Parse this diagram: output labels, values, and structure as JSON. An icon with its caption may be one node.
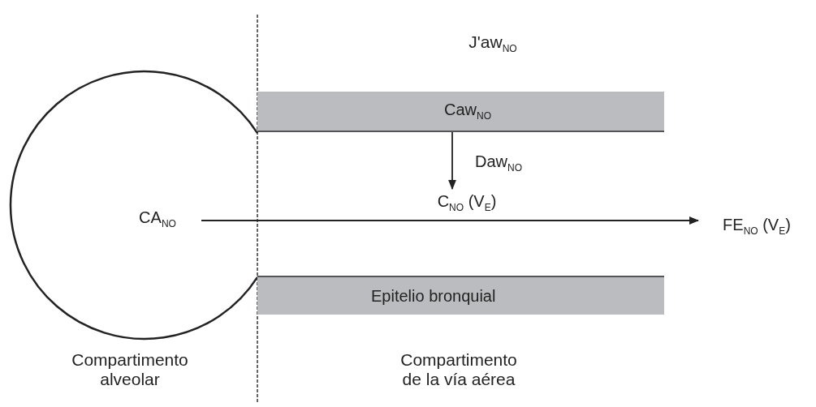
{
  "diagram": {
    "nodes": [
      {
        "text": [],
        "shape": "circle"
      },
      {
        "text": [
          "CA$_{NO}$"
        ],
        "in": 0
      },
      {
        "text": [
          "Caw$_{NO}$"
        ]
      },
      {
        "text": [
          "C$_{NO}$ (V$_{E}$)"
        ]
      },
      {
        "text": [
          "Epitelio bronquial"
        ]
      },
      {
        "text": [
          "FE$_{NO}$ (V$_{E}$)"
        ]
      }
    ],
    "edges": [
      {
        "from": 2,
        "to": 3,
        "arrow": "to",
        "label": "Daw$_{NO}$"
      },
      {
        "from": 1,
        "to": 5,
        "arrow": "to"
      }
    ],
    "labels": [
      "J'aw$_{NO}$",
      "Compartimento alveolar",
      "Compartimento de la vía aérea"
    ]
  }
}
